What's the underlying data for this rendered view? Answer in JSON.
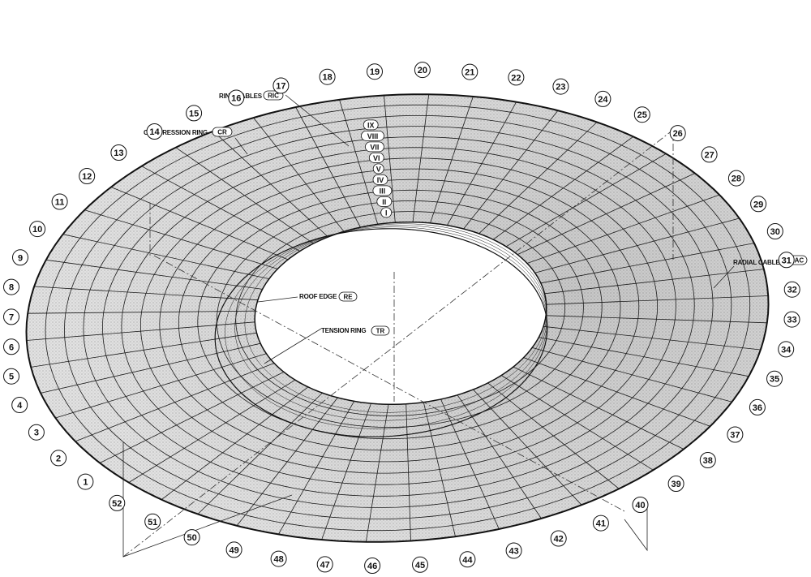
{
  "callouts": {
    "ring_cables": {
      "text": "RING CABLES",
      "abbr": "RIC"
    },
    "compression_ring": {
      "text": "COMPRESSION RING",
      "abbr": "CR"
    },
    "radial_cables": {
      "text": "RADIAL CABLES",
      "abbr": "RAC"
    },
    "roof_edge": {
      "text": "ROOF EDGE",
      "abbr": "RE"
    },
    "tension_ring": {
      "text": "TENSION RING",
      "abbr": "TR"
    }
  },
  "ring_cable_labels": [
    "I",
    "II",
    "III",
    "IV",
    "V",
    "VI",
    "VII",
    "VIII",
    "IX"
  ],
  "radial_numbers": [
    "1",
    "2",
    "3",
    "4",
    "5",
    "6",
    "7",
    "8",
    "9",
    "10",
    "11",
    "12",
    "13",
    "14",
    "15",
    "16",
    "17",
    "18",
    "19",
    "20",
    "21",
    "22",
    "23",
    "24",
    "25",
    "26",
    "27",
    "28",
    "29",
    "30",
    "31",
    "32",
    "33",
    "34",
    "35",
    "36",
    "37",
    "38",
    "39",
    "40",
    "41",
    "42",
    "43",
    "44",
    "45",
    "46",
    "47",
    "48",
    "49",
    "50",
    "51",
    "52"
  ],
  "colors": {
    "line": "#1a1a1a",
    "shade": "#d9d9d9",
    "shade_dark": "#c4c4c4",
    "background": "#ffffff"
  }
}
